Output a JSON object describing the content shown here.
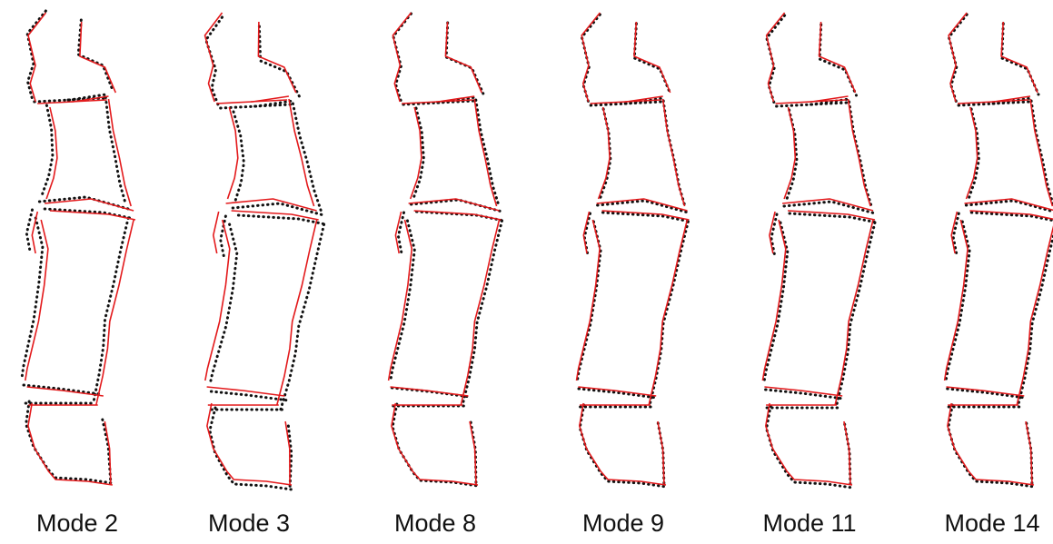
{
  "panels": [
    {
      "label": "Mode 2"
    },
    {
      "label": "Mode 3"
    },
    {
      "label": "Mode 8"
    },
    {
      "label": "Mode 9"
    },
    {
      "label": "Mode 11"
    },
    {
      "label": "Mode 14"
    }
  ],
  "colors": {
    "fitted_outline": "#e31a1c",
    "mean_outline": "#111111",
    "background": "#ffffff"
  }
}
